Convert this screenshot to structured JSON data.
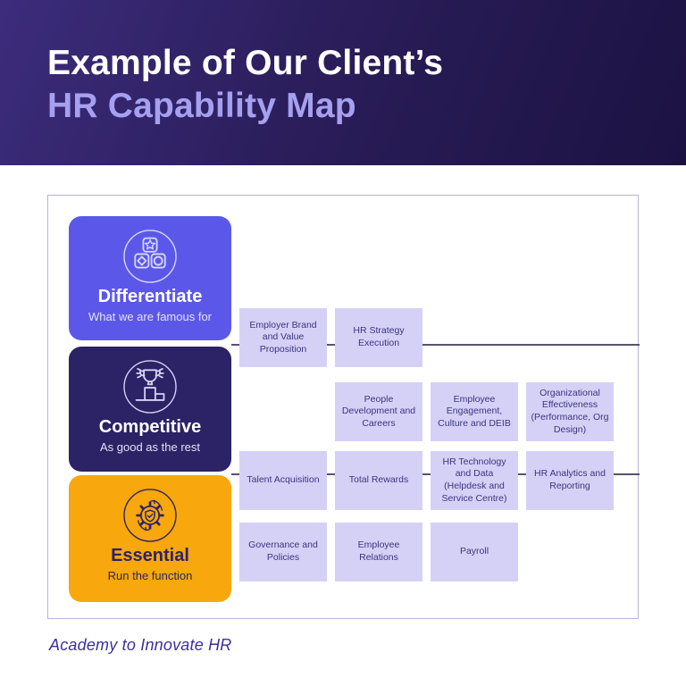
{
  "header": {
    "title_line1": "Example of Our Client’s",
    "title_line2": "HR Capability Map"
  },
  "tiers": [
    {
      "title": "Differentiate",
      "subtitle": "What we are famous for",
      "icon": "building-blocks-icon",
      "color": "#5b58e9"
    },
    {
      "title": "Competitive",
      "subtitle": "As good as the rest",
      "icon": "trophy-podium-icon",
      "color": "#2c2266"
    },
    {
      "title": "Essential",
      "subtitle": "Run the function",
      "icon": "gear-check-icon",
      "color": "#f8a70c"
    }
  ],
  "capabilities": [
    {
      "label": "Employer Brand and Value Proposition",
      "row": 0,
      "col": 0
    },
    {
      "label": "HR Strategy Execution",
      "row": 0,
      "col": 1
    },
    {
      "label": "People Development and Careers",
      "row": 1,
      "col": 1
    },
    {
      "label": "Employee Engagement, Culture and DEIB",
      "row": 1,
      "col": 2
    },
    {
      "label": "Organizational Effectiveness (Performance, Org Design)",
      "row": 1,
      "col": 3
    },
    {
      "label": "Talent Acquisition",
      "row": 2,
      "col": 0
    },
    {
      "label": "Total Rewards",
      "row": 2,
      "col": 1
    },
    {
      "label": "HR Technology and Data (Helpdesk and Service Centre)",
      "row": 2,
      "col": 2
    },
    {
      "label": "HR Analytics and Reporting",
      "row": 2,
      "col": 3
    },
    {
      "label": "Governance and Policies",
      "row": 3,
      "col": 0
    },
    {
      "label": "Employee Relations",
      "row": 3,
      "col": 1
    },
    {
      "label": "Payroll",
      "row": 3,
      "col": 2
    }
  ],
  "footer": {
    "brand": "Academy to Innovate HR"
  },
  "colors": {
    "header_gradient_start": "#3c2c7c",
    "header_gradient_end": "#1c1242",
    "title_line1": "#ffffff",
    "title_line2": "#a5a0f0",
    "tier_differentiate": "#5b58e9",
    "tier_competitive": "#2c2266",
    "tier_essential": "#f8a70c",
    "capability_box_fill": "#d5d1f6",
    "capability_box_text": "#3a3480",
    "divider_line": "#57536e",
    "container_border": "#b8b4d6",
    "footer_text": "#3c319b"
  }
}
